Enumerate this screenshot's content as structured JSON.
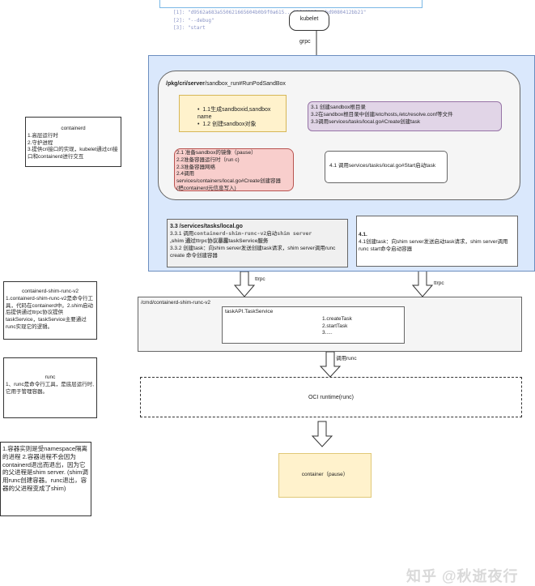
{
  "top": {
    "terminal_lines": [
      "[1]: \"d9562a683a550621665604b0b9f0a615...22f4638f...bd9080412bb21\"",
      "[2]: \"--debug\"",
      "[3]: \"start"
    ],
    "kubelet": "kubelet",
    "grpc": "grpc"
  },
  "containerd": {
    "path_bold": "/pkg/cri/server",
    "path_rest": "/sandbox_run#RunPodSandBox",
    "box_1": [
      "1.1生成sandboxid,sandbox name",
      "1.2 创建sandbox对象"
    ],
    "box_3": [
      "3.1 创建sandbox根目录",
      "3.2在sandbox根目录中创建/etc/hosts,/etc/resolve.conf等文件",
      "3.3调用services/tasks/local.go#Create创建task"
    ],
    "box_2": [
      "2.1 准备sandbox的镜像（pause）",
      "2.2准备容器运行时（run c)",
      "2.3准备容器网络",
      "2.4调用",
      "services/containers/local.go#Create创建容器",
      "(把containerd元信息写入)"
    ],
    "box_4": "4.1 调用services/tasks/local.go#Start启动task",
    "local_title": "3.3 /services/tasks/local.go",
    "local_lines": [
      "3.3.1 调用",
      "containerd-shim-runc-v2",
      "启动",
      "shim server",
      ",shim 通过ttrpc协议暴露taskService服务",
      "3.3.2 创建task：向shim server发送创建task请求，shim server调用runc create 命令创建容器"
    ],
    "start_title": "4.1.",
    "start_body": "4.1创建task：向shim server发送启动task请求，shim server调用runc start命令启动容器"
  },
  "ttrpc": [
    "ttrpc",
    "ttrpc"
  ],
  "shim": {
    "path": "/cmd/containerd-shim-runc-v2",
    "service": "taskAPI.TaskService",
    "methods": [
      "1.createTask",
      "2.startTask",
      "3....."
    ]
  },
  "call_runc": "调用runc",
  "oci": "OCI runtime(runc)",
  "container": "container（pause）",
  "notes": {
    "containerd": {
      "title": "containerd",
      "body": [
        "1.高层运行时",
        "2.守护进程",
        "3.提供cri接口的实现，kubelet通过cri接口和containerd进行交互"
      ]
    },
    "shim": {
      "title": "containerd-shim-runc-v2",
      "body": "1.containerd-shim-runc-v2是命令行工具，代码在containerd中。2.shim启动后提供通过ttrpc协议提供taskService，taskService主要通过runc实现它的逻辑。"
    },
    "runc": {
      "title": "runc",
      "body": "1、runc是命令行工具，是底层运行时,它用于管理容器。"
    },
    "process": {
      "body": "1.容器实则是受namespace隔离的进程 2.容器进程不会因为containerd退出而退出，因为它的父进程是shim server. (shim调用runc创建容器。runc退出，容器的父进程变成了shim)"
    }
  },
  "watermark": "知乎 @秋逝夜行"
}
